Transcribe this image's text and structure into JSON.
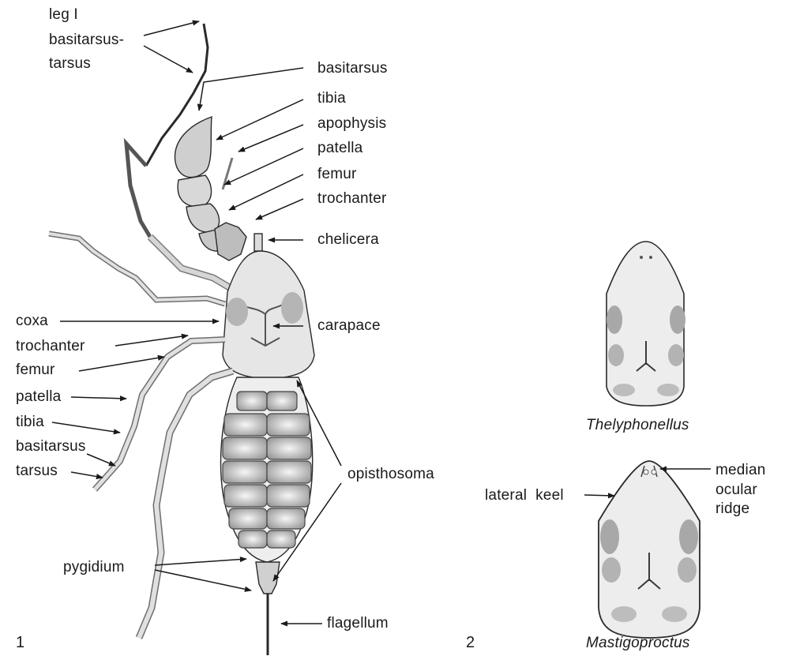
{
  "figure_numbers": {
    "fig1": "1",
    "fig2": "2"
  },
  "fig1": {
    "labels": {
      "leg_i": "leg I",
      "basitarsus_tarsus_line1": "basitarsus-",
      "basitarsus_tarsus_line2": "tarsus",
      "basitarsus_right": "basitarsus",
      "tibia_right": "tibia",
      "apophysis": "apophysis",
      "patella_right": "patella",
      "femur_right": "femur",
      "trochanter_right": "trochanter",
      "chelicera": "chelicera",
      "carapace": "carapace",
      "opisthosoma": "opisthosoma",
      "flagellum": "flagellum",
      "coxa": "coxa",
      "trochanter_left": "trochanter",
      "femur_left": "femur",
      "patella_left": "patella",
      "tibia_left": "tibia",
      "basitarsus_left": "basitarsus",
      "tarsus_left": "tarsus",
      "pygidium": "pygidium"
    }
  },
  "fig2": {
    "top_caption": "Thelyphonellus",
    "bottom_caption": "Mastigoproctus",
    "labels": {
      "median_line1": "median",
      "median_line2": "ocular",
      "median_line3": "ridge",
      "lateral_keel": "lateral  keel"
    }
  }
}
